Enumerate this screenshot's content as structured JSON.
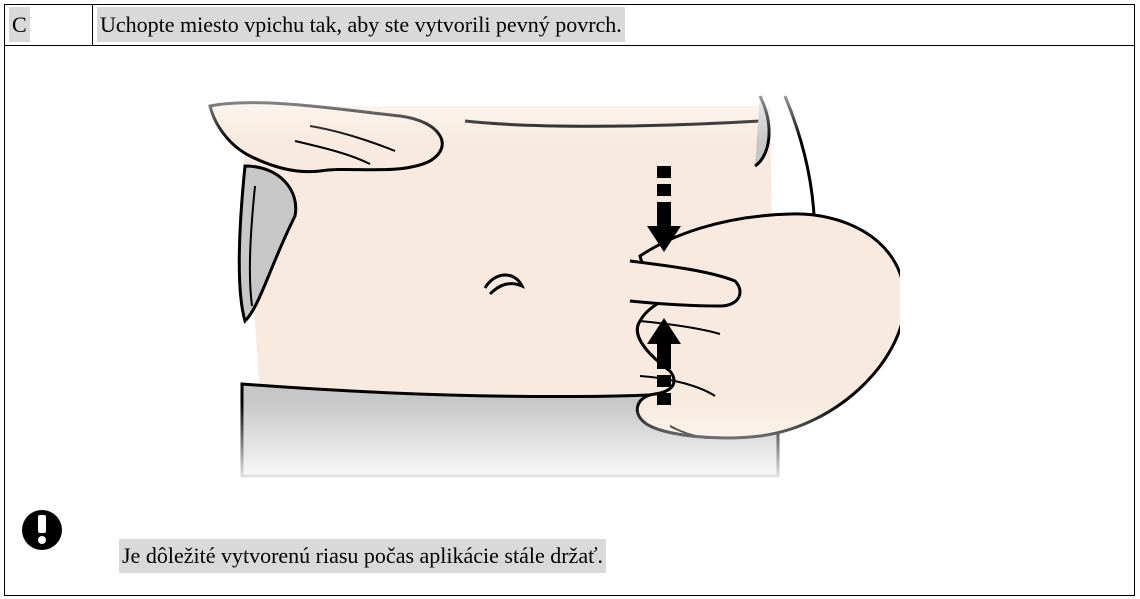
{
  "step": {
    "letter": "C",
    "instruction": "Uchopte miesto vpichu tak, aby ste vytvorili pevný povrch."
  },
  "illustration": {
    "icon": "pinch-skin-abdomen-illustration"
  },
  "warning": {
    "icon": "exclamation-warning-icon",
    "text": "Je dôležité vytvorenú riasu počas aplikácie stále držať."
  },
  "colors": {
    "skin": "#f8eade",
    "clothing": "#c7c7c7",
    "outline": "#000000",
    "text_highlight": "#d9d9d9"
  }
}
